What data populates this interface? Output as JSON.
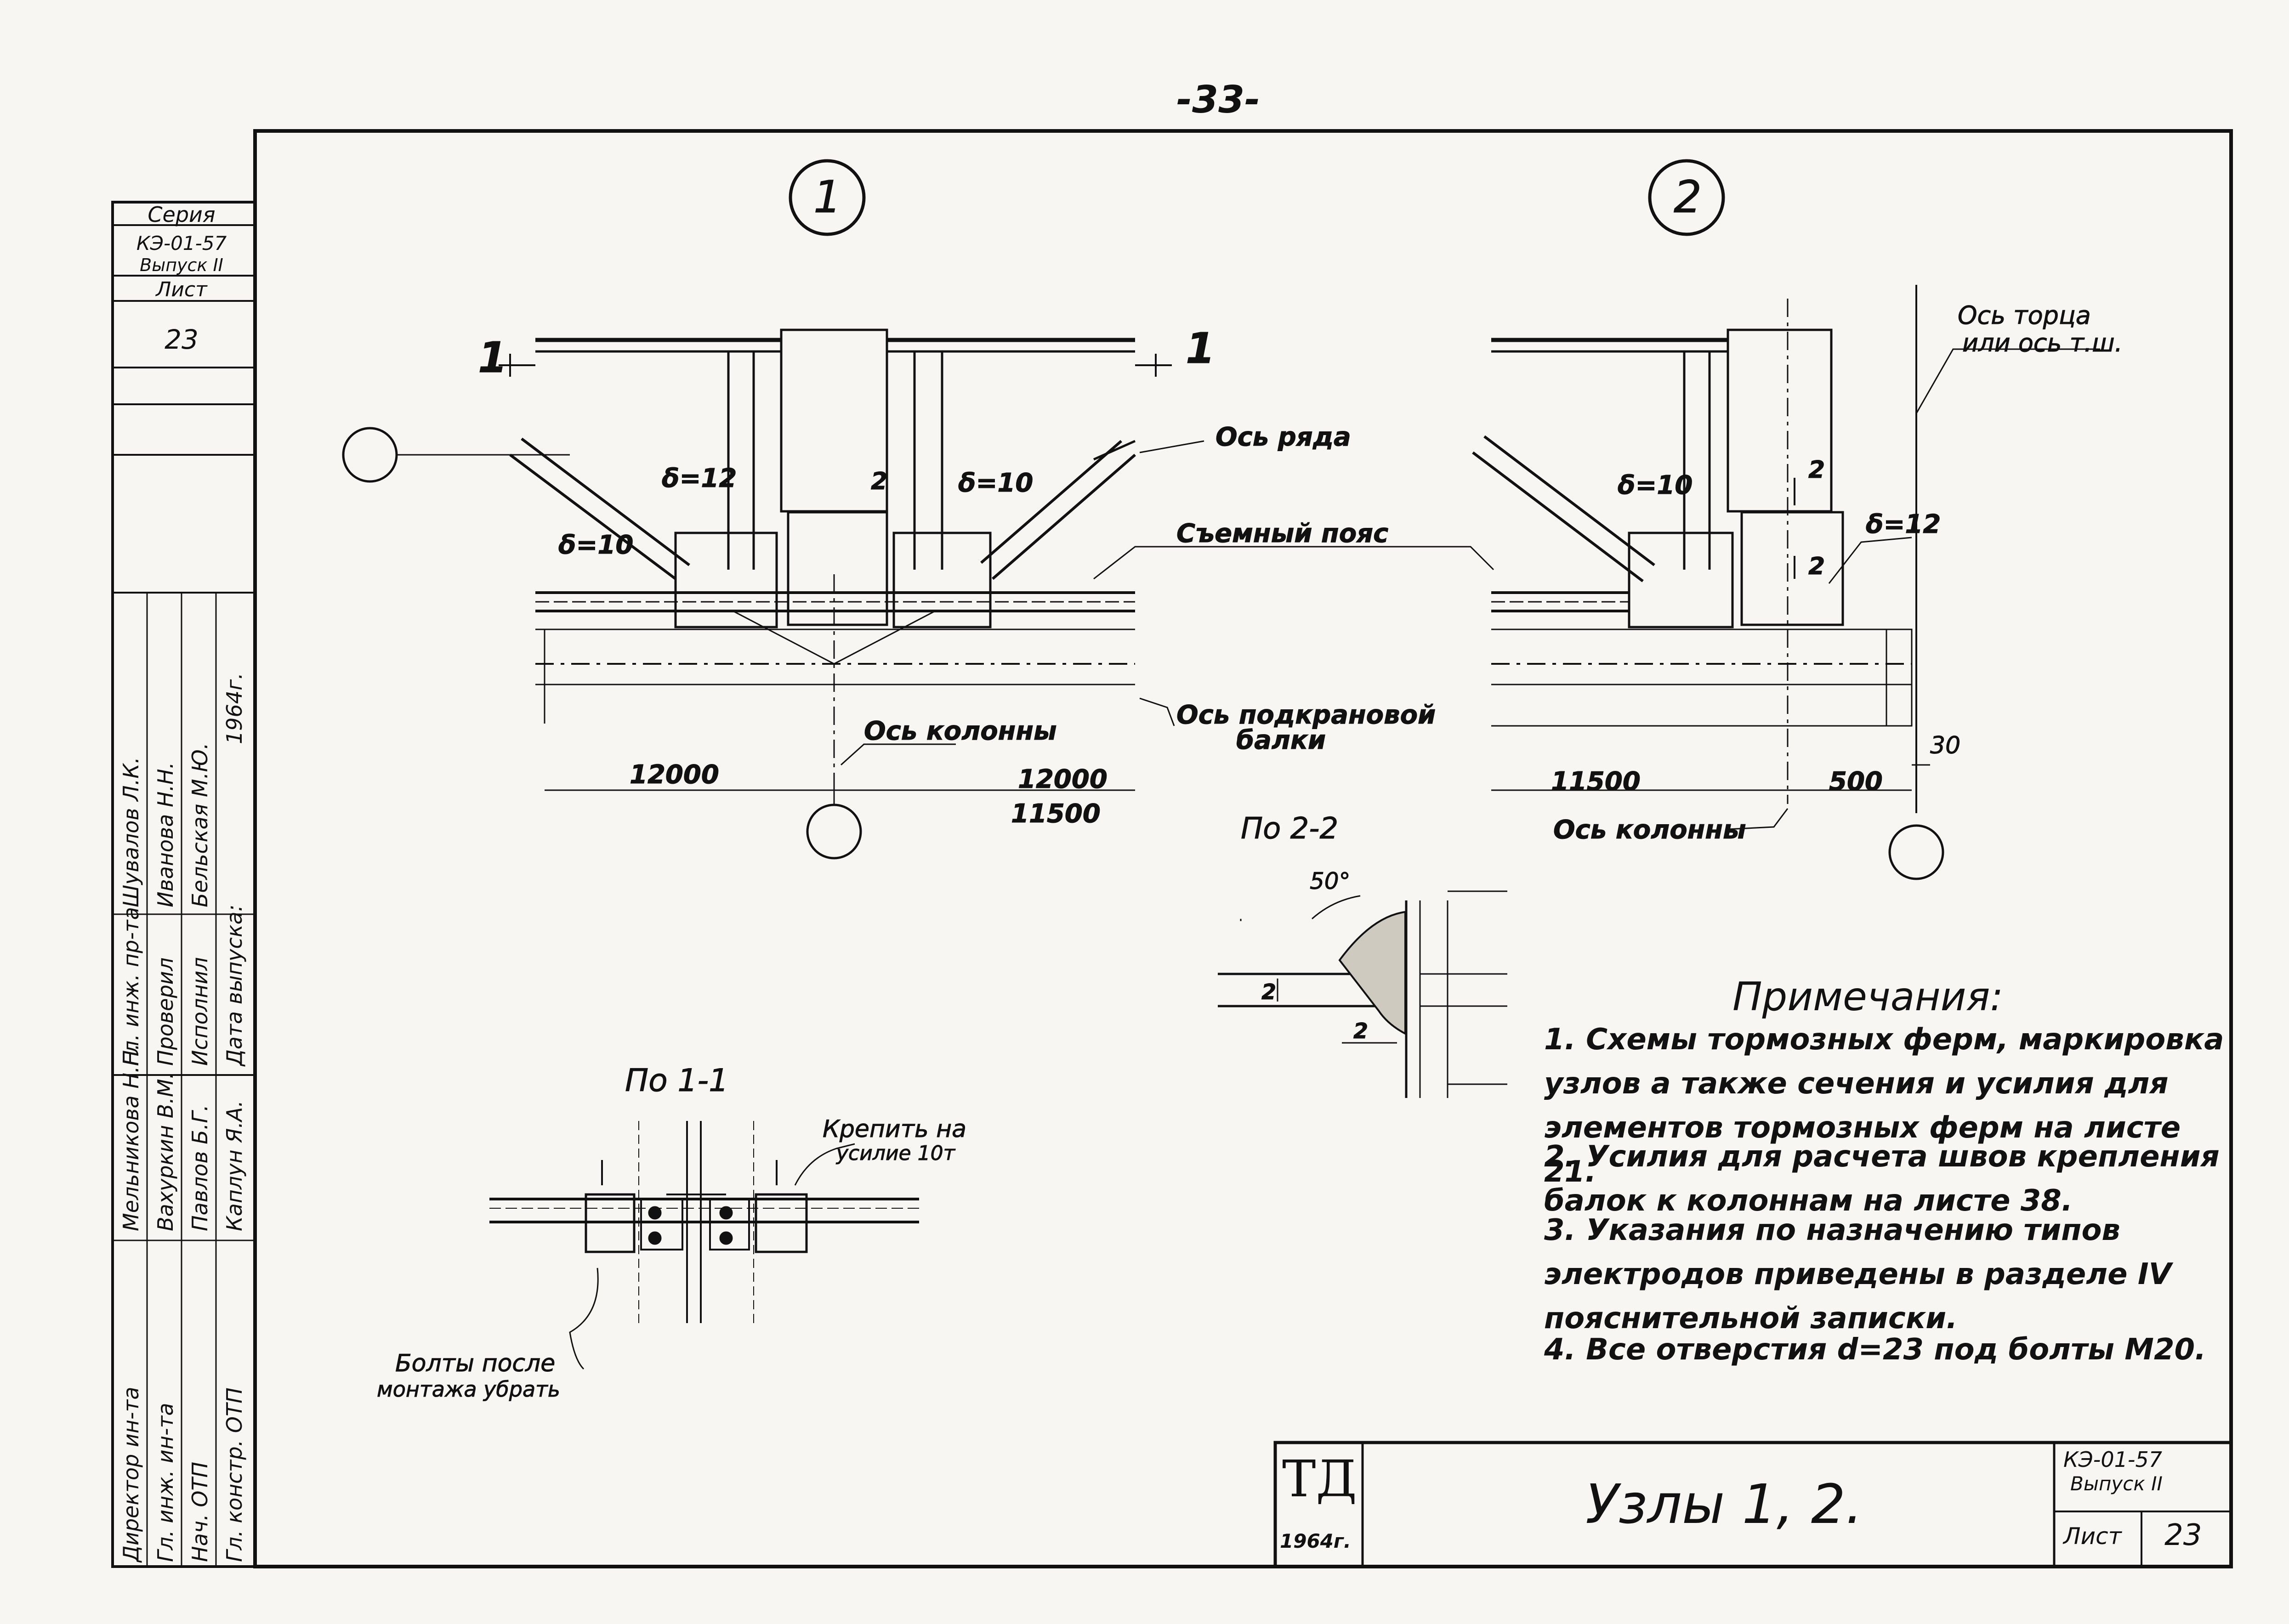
{
  "page_number": "-33-",
  "series": {
    "title": "Серия",
    "code": "КЭ-01-57",
    "issue": "Выпуск II",
    "sheet_label": "Лист",
    "sheet_no": "23"
  },
  "approvals": [
    {
      "role": "Директор ин-та",
      "name": "Мельникова Н.Н."
    },
    {
      "role": "Гл. инж. ин-та",
      "name": "Вахуркин В.М."
    },
    {
      "role": "Нач. ОТП",
      "name": "Павлов Б.Г."
    },
    {
      "role": "Гл. констр. ОТП",
      "name": "Каплун Я.А."
    },
    {
      "role": "Гл. инж. пр-та",
      "name": "Шувалов Л.К."
    },
    {
      "role": "Проверил",
      "name": "Иванова Н.Н."
    },
    {
      "role": "Исполнил",
      "name": "Бельская М.Ю."
    },
    {
      "role": "Дата выпуска:",
      "name": "1964г."
    }
  ],
  "drawing": {
    "node1_label": "1",
    "node2_label": "2",
    "sec11_mark": "1",
    "sec22_mark": "2",
    "thk_12": "δ=12",
    "thk_10": "δ=10",
    "axis_row": "Ось ряда",
    "removable_chord": "Съемный пояс",
    "axis_crane_beam_1": "Ось подкрановой",
    "axis_crane_beam_2": "балки",
    "axis_column": "Ось колонны",
    "axis_end_1": "Ось торца",
    "axis_end_2": "или ось т.ш.",
    "dim_12000": "12000",
    "dim_12000b": "12000",
    "dim_11500": "11500",
    "dim_11500b": "11500",
    "dim_500": "500",
    "dim_30": "30",
    "section_22": "По 2-2",
    "section_11": "По 1-1",
    "angle_50": "50°",
    "weld_2": "2",
    "fix_note_1": "Крепить на",
    "fix_note_2": "усилие 10т",
    "bolts_note_1": "Болты после",
    "bolts_note_2": "монтажа убрать"
  },
  "notes": {
    "title": "Примечания:",
    "items": [
      "1. Схемы тормозных ферм, маркировка узлов а также сечения и усилия для элементов тормозных ферм на листе 21.",
      "2. Усилия для расчета швов крепления балок к колоннам на листе 38.",
      "3. Указания по назначению типов электродов приведены в разделе IV пояснительной записки.",
      "4. Все отверстия d=23 под болты М20."
    ]
  },
  "title_block": {
    "logo": "ТД",
    "logo_year": "1964г.",
    "title": "Узлы 1, 2.",
    "code": "КЭ-01-57",
    "issue": "Выпуск II",
    "sheet_label": "Лист",
    "sheet_no": "23"
  }
}
